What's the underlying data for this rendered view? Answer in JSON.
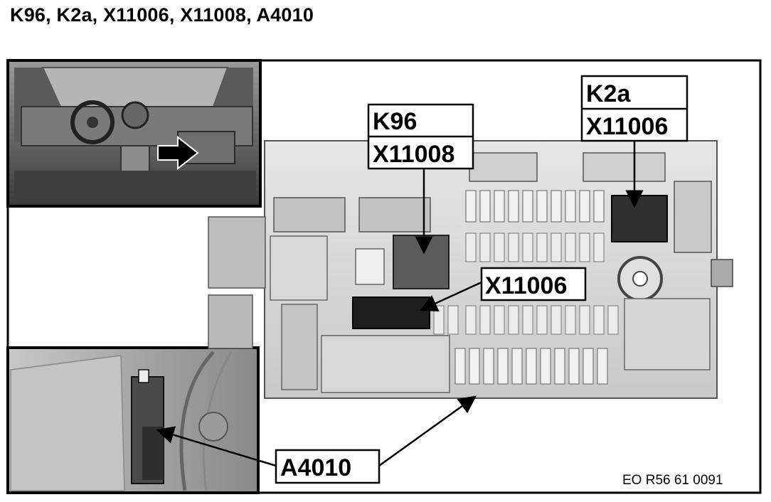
{
  "title": "K96, K2a, X11006, X11008, A4010",
  "callouts": {
    "k96_group": [
      "K96",
      "X11008"
    ],
    "k2a_group": [
      "K2a",
      "X11006"
    ],
    "x11006_single": "X11006",
    "a4010": "A4010"
  },
  "reference_code": "EO R56 61 0091",
  "colors": {
    "line": "#000000",
    "module_body": "#d4d4d4",
    "background": "#ffffff"
  }
}
